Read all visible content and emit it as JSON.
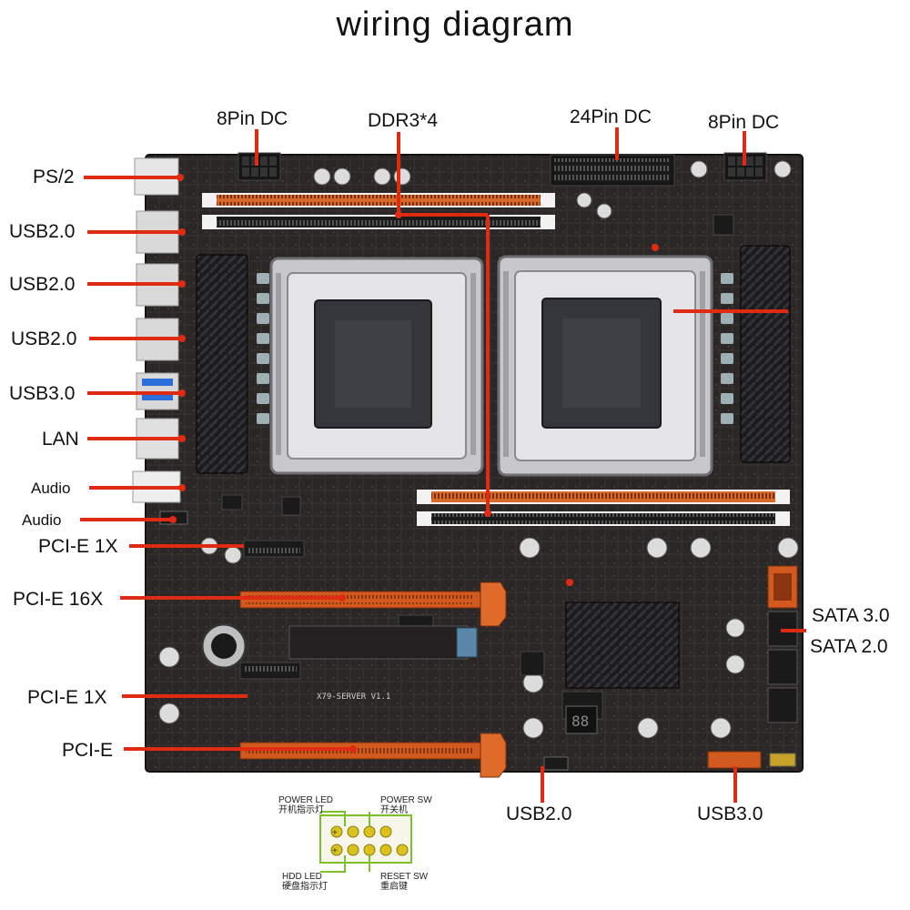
{
  "title": "wiring diagram",
  "board_silkscreen": "X79-SERVER V1.1",
  "left_labels": [
    {
      "key": "ps2",
      "text": "PS/2"
    },
    {
      "key": "usb2a",
      "text": "USB2.0"
    },
    {
      "key": "usb2b",
      "text": "USB2.0"
    },
    {
      "key": "usb2c",
      "text": "USB2.0"
    },
    {
      "key": "usb3",
      "text": "USB3.0"
    },
    {
      "key": "lan",
      "text": "LAN"
    },
    {
      "key": "audio1",
      "text": "Audio"
    },
    {
      "key": "audio2",
      "text": "Audio"
    },
    {
      "key": "pcie1x_a",
      "text": "PCI-E 1X"
    },
    {
      "key": "pcie16x",
      "text": "PCI-E 16X"
    },
    {
      "key": "pcie1x_b",
      "text": "PCI-E 1X"
    },
    {
      "key": "pcie",
      "text": "PCI-E"
    }
  ],
  "top_labels": [
    {
      "key": "pin8a",
      "text": "8Pin DC"
    },
    {
      "key": "ddr3",
      "text": "DDR3*4"
    },
    {
      "key": "pin24",
      "text": "24Pin DC"
    },
    {
      "key": "pin8b",
      "text": "8Pin DC"
    }
  ],
  "right_labels": [
    {
      "key": "sata3",
      "text": "SATA 3.0"
    },
    {
      "key": "sata2",
      "text": "SATA 2.0"
    }
  ],
  "bottom_labels": [
    {
      "key": "usb2_header",
      "text": "USB2.0"
    },
    {
      "key": "usb3_header",
      "text": "USB3.0"
    }
  ],
  "front_panel": {
    "power_led": "POWER LED",
    "power_led_cn": "开机指示灯",
    "power_sw": "POWER SW",
    "power_sw_cn": "开关机",
    "hdd_led": "HDD LED",
    "hdd_led_cn": "硬盘指示灯",
    "reset_sw": "RESET SW",
    "reset_sw_cn": "重启键"
  },
  "colors": {
    "pointer": "#e02b12",
    "board": "#2b2726",
    "dimm": "#d25a1e",
    "heatsink": "#1c1c1e",
    "socket": "#cfcfd2",
    "header_green": "#7fbf2a"
  }
}
